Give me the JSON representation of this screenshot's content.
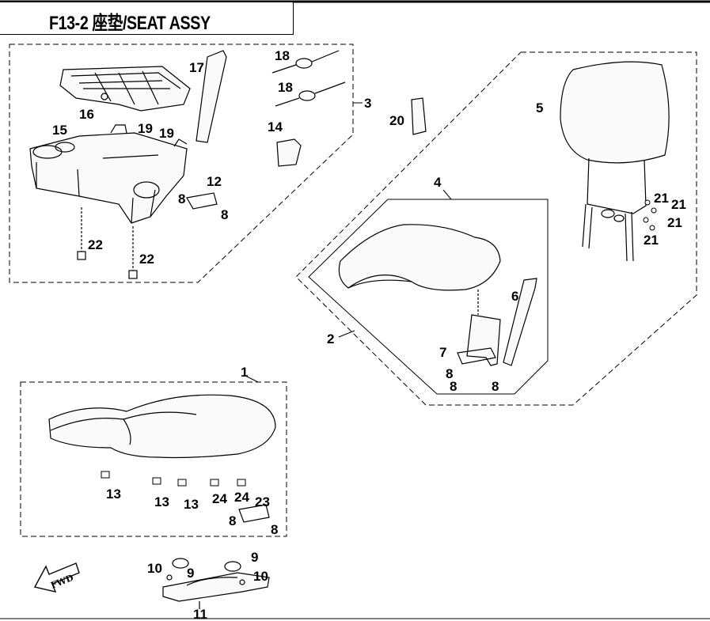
{
  "title": "F13-2 座垫/SEAT ASSY",
  "callouts": {
    "c1": "1",
    "c2": "2",
    "c3": "3",
    "c4": "4",
    "c5": "5",
    "c6": "6",
    "c7": "7",
    "c8a": "8",
    "c8b": "8",
    "c8c": "8",
    "c8d": "8",
    "c8e": "8",
    "c8f": "8",
    "c8g": "8",
    "c9a": "9",
    "c9b": "9",
    "c10a": "10",
    "c10b": "10",
    "c11": "11",
    "c12": "12",
    "c13a": "13",
    "c13b": "13",
    "c13c": "13",
    "c14": "14",
    "c15": "15",
    "c16": "16",
    "c17": "17",
    "c18a": "18",
    "c18b": "18",
    "c19a": "19",
    "c19b": "19",
    "c20": "20",
    "c21a": "21",
    "c21b": "21",
    "c21c": "21",
    "c21d": "21",
    "c22a": "22",
    "c22b": "22",
    "c23": "23",
    "c24a": "24",
    "c24b": "24"
  },
  "fwd_label": "FWD"
}
